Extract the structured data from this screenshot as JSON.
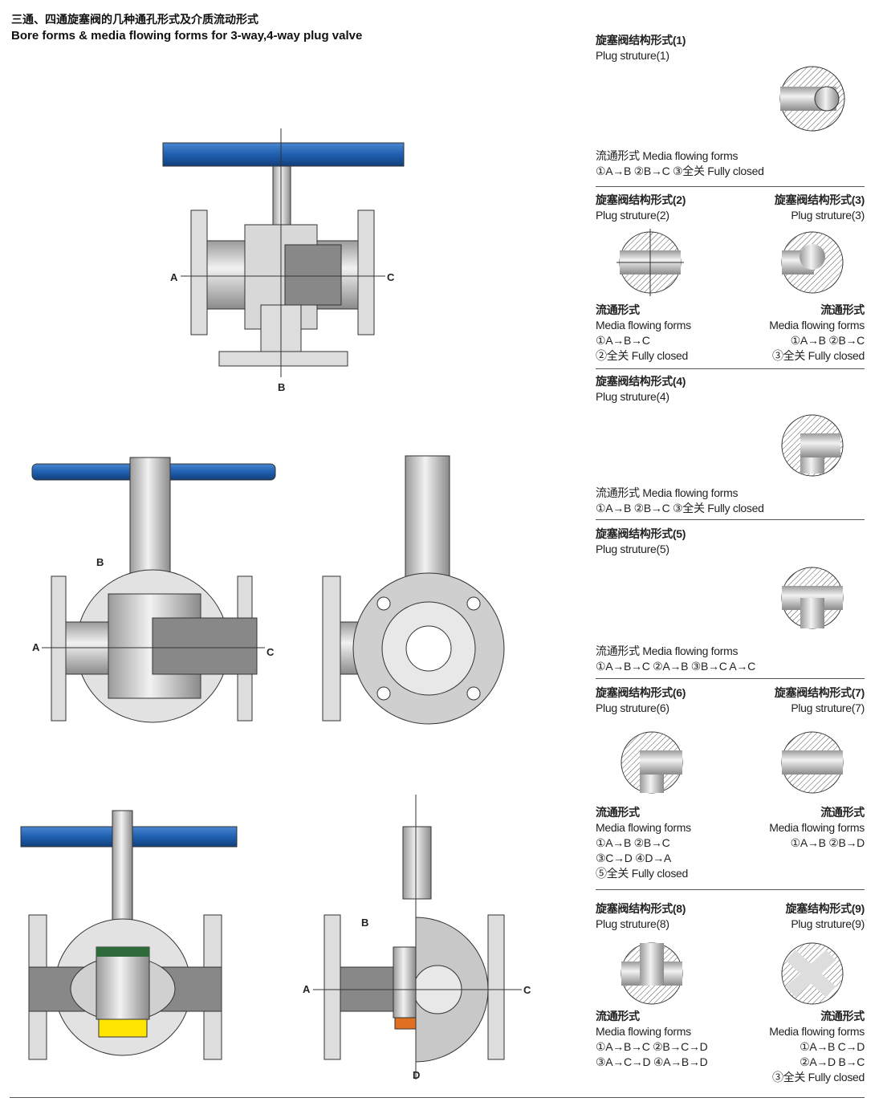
{
  "header": {
    "title_cn": "三通、四通旋塞阀的几种通孔形式及介质流动形式",
    "title_en": "Bore forms & media flowing forms for 3-way,4-way plug valve"
  },
  "drawings": {
    "valve1": {
      "a": "A",
      "b": "B",
      "c": "C"
    },
    "valve2": {
      "a": "A",
      "b": "B",
      "c": "C"
    },
    "valve5": {
      "a": "A",
      "b": "B",
      "c": "C",
      "d": "D"
    }
  },
  "colors": {
    "handle": "#1f5fb0",
    "body": "#c8c8c8",
    "hatch": "#555555"
  },
  "plugs": [
    {
      "title_cn": "旋塞阀结构形式(1)",
      "title_en": "Plug struture(1)",
      "flow_lines": [
        "流通形式 Media flowing forms",
        "①A→B ②B→C ③全关 Fully closed"
      ]
    },
    {
      "title_cn": "旋塞阀结构形式(2)",
      "title_en": "Plug struture(2)",
      "flow_lines": [
        "流通形式",
        "Media flowing forms",
        "①A→B→C",
        "②全关 Fully closed"
      ]
    },
    {
      "title_cn": "旋塞阀结构形式(3)",
      "title_en": "Plug struture(3)",
      "flow_lines": [
        "流通形式",
        "Media flowing forms",
        "①A→B ②B→C",
        "③全关 Fully closed"
      ]
    },
    {
      "title_cn": "旋塞阀结构形式(4)",
      "title_en": "Plug struture(4)",
      "flow_lines": [
        "流通形式 Media flowing forms",
        "①A→B ②B→C ③全关 Fully closed"
      ]
    },
    {
      "title_cn": "旋塞阀结构形式(5)",
      "title_en": "Plug struture(5)",
      "flow_lines": [
        "流通形式 Media flowing forms",
        "①A→B→C ②A→B ③B→C  A→C"
      ]
    },
    {
      "title_cn": "旋塞阀结构形式(6)",
      "title_en": "Plug struture(6)",
      "flow_lines": [
        "流通形式",
        "Media flowing forms",
        "①A→B ②B→C",
        "③C→D ④D→A",
        "⑤全关 Fully closed"
      ]
    },
    {
      "title_cn": "旋塞阀结构形式(7)",
      "title_en": "Plug struture(7)",
      "flow_lines": [
        "流通形式",
        "Media flowing forms",
        "①A→B ②B→D"
      ]
    },
    {
      "title_cn": "旋塞阀结构形式(8)",
      "title_en": "Plug struture(8)",
      "flow_lines": [
        "流通形式",
        "Media flowing forms",
        "①A→B→C ②B→C→D",
        "③A→C→D ④A→B→D"
      ]
    },
    {
      "title_cn": "旋塞结构形式(9)",
      "title_en": "Plug struture(9)",
      "flow_lines": [
        "流通形式",
        "Media flowing forms",
        "①A→B C→D",
        "②A→D B→C",
        "③全关 Fully closed"
      ]
    }
  ]
}
